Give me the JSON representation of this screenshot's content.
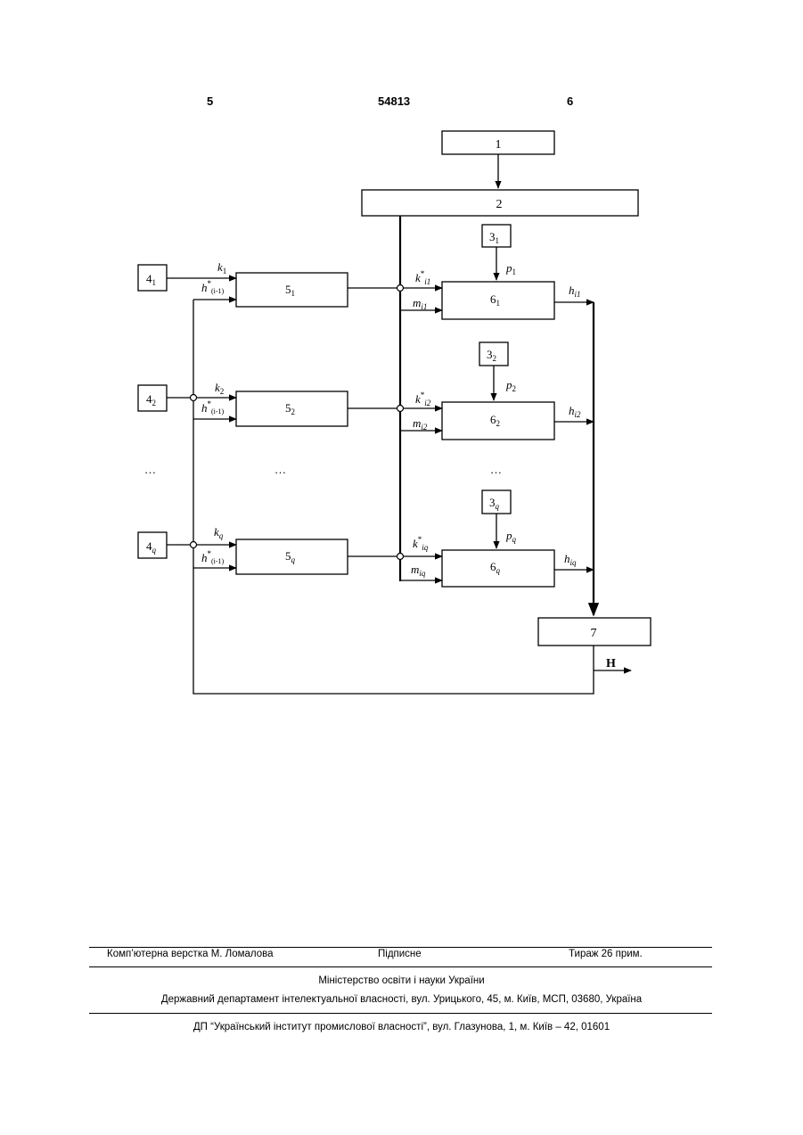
{
  "header": {
    "left": "5",
    "center": "54813",
    "right": "6"
  },
  "diagram": {
    "blocks": {
      "b1": "1",
      "b2": "2",
      "b31": "3",
      "b31s": "1",
      "b32": "3",
      "b32s": "2",
      "b3q": "3",
      "b3qs": "q",
      "b41": "4",
      "b41s": "1",
      "b42": "4",
      "b42s": "2",
      "b4q": "4",
      "b4qs": "q",
      "b51": "5",
      "b51s": "1",
      "b52": "5",
      "b52s": "2",
      "b5q": "5",
      "b5qs": "q",
      "b61": "6",
      "b61s": "1",
      "b62": "6",
      "b62s": "2",
      "b6q": "6",
      "b6qs": "q",
      "b7": "7"
    },
    "labels": {
      "k1": "k",
      "k1s": "1",
      "k2": "k",
      "k2s": "2",
      "kq": "k",
      "kqs": "q",
      "h": "h",
      "hsup": "*",
      "hsub": "(i-1)",
      "ks": "k",
      "kssup": "*",
      "ks1": "i1",
      "ks2": "i2",
      "ksq": "iq",
      "m": "m",
      "m1": "i1",
      "m2": "i2",
      "mq": "iq",
      "p": "p",
      "p1": "1",
      "p2": "2",
      "pq": "q",
      "ho": "h",
      "ho1": "i1",
      "ho2": "i2",
      "hoq": "iq",
      "out": "H",
      "dots": "…"
    }
  },
  "footer": {
    "left": "Комп’ютерна верстка М. Ломалова",
    "center": "Підписне",
    "right": "Тираж 26 прим.",
    "line2": "Міністерство освіти і науки України",
    "line3": "Державний департамент інтелектуальної власності, вул. Урицького, 45, м. Київ, МСП, 03680, Україна",
    "line4": "ДП “Український інститут промислової власності”, вул. Глазунова, 1, м. Київ – 42, 01601"
  }
}
